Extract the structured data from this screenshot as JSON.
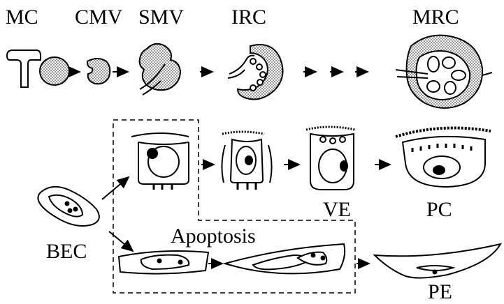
{
  "colors": {
    "ink": "#000000",
    "stipple": "#8a8a8a",
    "paper": "#ffffff"
  },
  "top_row": {
    "labels": [
      "MC",
      "CMV",
      "SMV",
      "IRC",
      "MRC"
    ]
  },
  "bottom": {
    "labels": {
      "bec": "BEC",
      "apoptosis": "Apoptosis",
      "ve": "VE",
      "pc": "PC",
      "pe": "PE"
    }
  }
}
